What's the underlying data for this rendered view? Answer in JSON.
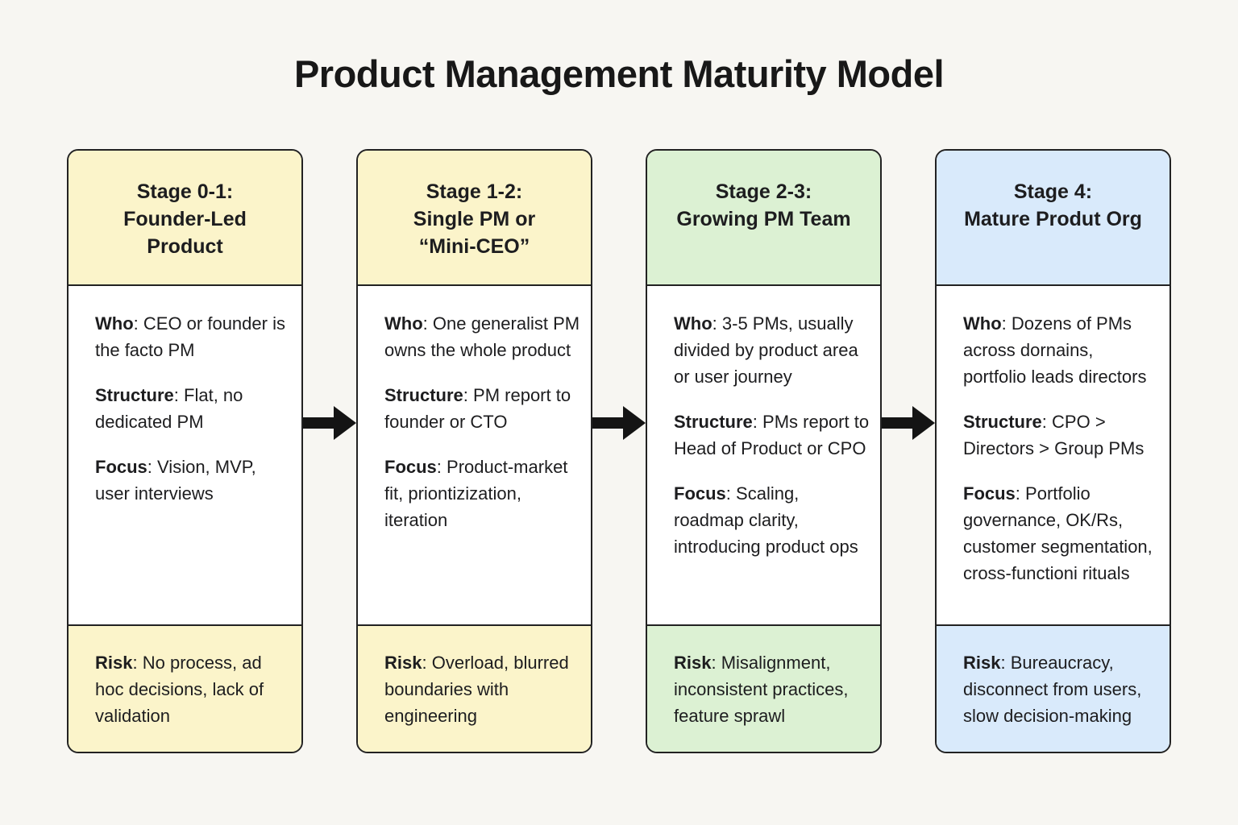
{
  "title": "Product Management Maturity Model",
  "separator": ": ",
  "colors": {
    "yellow": "#fbf4ca",
    "green": "#dcf1d3",
    "blue": "#d9eafb",
    "border": "#222222",
    "arrow": "#141414",
    "background": "#f7f6f2"
  },
  "arrow_icon": "arrow-right-icon",
  "stages": [
    {
      "header": "Stage 0-1:\nFounder-Led\nProduct",
      "theme": "yellow",
      "sections": [
        {
          "label": "Who",
          "text": "CEO or founder is the facto PM"
        },
        {
          "label": "Structure",
          "text": "Flat, no dedicated PM"
        },
        {
          "label": "Focus",
          "text": "Vision, MVP, user interviews"
        }
      ],
      "risk": {
        "label": "Risk",
        "text": "No process, ad hoc decisions, lack of validation"
      }
    },
    {
      "header": "Stage 1-2:\nSingle PM or\n“Mini-CEO”",
      "theme": "yellow",
      "sections": [
        {
          "label": "Who",
          "text": "One generalist PM owns the whole product"
        },
        {
          "label": "Structure",
          "text": "PM report to founder or CTO"
        },
        {
          "label": "Focus",
          "text": "Product-market fit, priontizization, iteration"
        }
      ],
      "risk": {
        "label": "Risk",
        "text": "Overload, blurred boundaries with engineering"
      }
    },
    {
      "header": "Stage 2-3:\nGrowing PM Team",
      "theme": "green",
      "sections": [
        {
          "label": "Who",
          "text": "3-5 PMs, usually divided by product area or user journey"
        },
        {
          "label": "Structure",
          "text": "PMs report to Head of Product or CPO"
        },
        {
          "label": "Focus",
          "text": "Scaling, roadmap clarity, introducing product ops"
        }
      ],
      "risk": {
        "label": "Risk",
        "text": "Misalignment, inconsistent practices, feature sprawl"
      }
    },
    {
      "header": "Stage 4:\nMature Produt Org",
      "theme": "blue",
      "sections": [
        {
          "label": "Who",
          "text": "Dozens of PMs across dornains, portfolio leads directors"
        },
        {
          "label": "Structure",
          "text": "CPO > Directors > Group PMs"
        },
        {
          "label": "Focus",
          "text": "Portfolio governance, OK/Rs, customer segmentation, cross-functioni rituals"
        }
      ],
      "risk": {
        "label": "Risk",
        "text": "Bureaucracy, disconnect from users, slow decision-making"
      }
    }
  ]
}
